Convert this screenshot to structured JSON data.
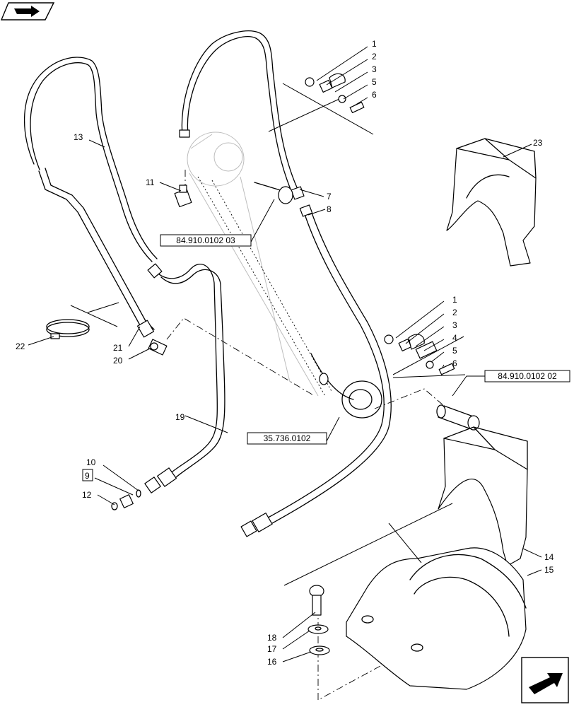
{
  "diagram": {
    "reference_codes": {
      "top_center": "84.910.0102 03",
      "right_middle": "84.910.0102 02",
      "cylinder": "35.736.0102"
    },
    "part_labels": [
      {
        "key": "1a",
        "text": "1"
      },
      {
        "key": "2a",
        "text": "2"
      },
      {
        "key": "3a",
        "text": "3"
      },
      {
        "key": "5a",
        "text": "5"
      },
      {
        "key": "6a",
        "text": "6"
      },
      {
        "key": "7",
        "text": "7"
      },
      {
        "key": "8",
        "text": "8"
      },
      {
        "key": "11",
        "text": "11"
      },
      {
        "key": "13",
        "text": "13"
      },
      {
        "key": "23",
        "text": "23"
      },
      {
        "key": "1b",
        "text": "1"
      },
      {
        "key": "2b",
        "text": "2"
      },
      {
        "key": "3b",
        "text": "3"
      },
      {
        "key": "4",
        "text": "4"
      },
      {
        "key": "5b",
        "text": "5"
      },
      {
        "key": "6b",
        "text": "6"
      },
      {
        "key": "22",
        "text": "22"
      },
      {
        "key": "21",
        "text": "21"
      },
      {
        "key": "20",
        "text": "20"
      },
      {
        "key": "19",
        "text": "19"
      },
      {
        "key": "10",
        "text": "10"
      },
      {
        "key": "9",
        "text": "9"
      },
      {
        "key": "12",
        "text": "12"
      },
      {
        "key": "14",
        "text": "14"
      },
      {
        "key": "15",
        "text": "15"
      },
      {
        "key": "18",
        "text": "18"
      },
      {
        "key": "17",
        "text": "17"
      },
      {
        "key": "16",
        "text": "16"
      }
    ],
    "icons": {
      "top_left": "book-arrow-icon",
      "bottom_right": "next-page-arrow-icon"
    }
  }
}
